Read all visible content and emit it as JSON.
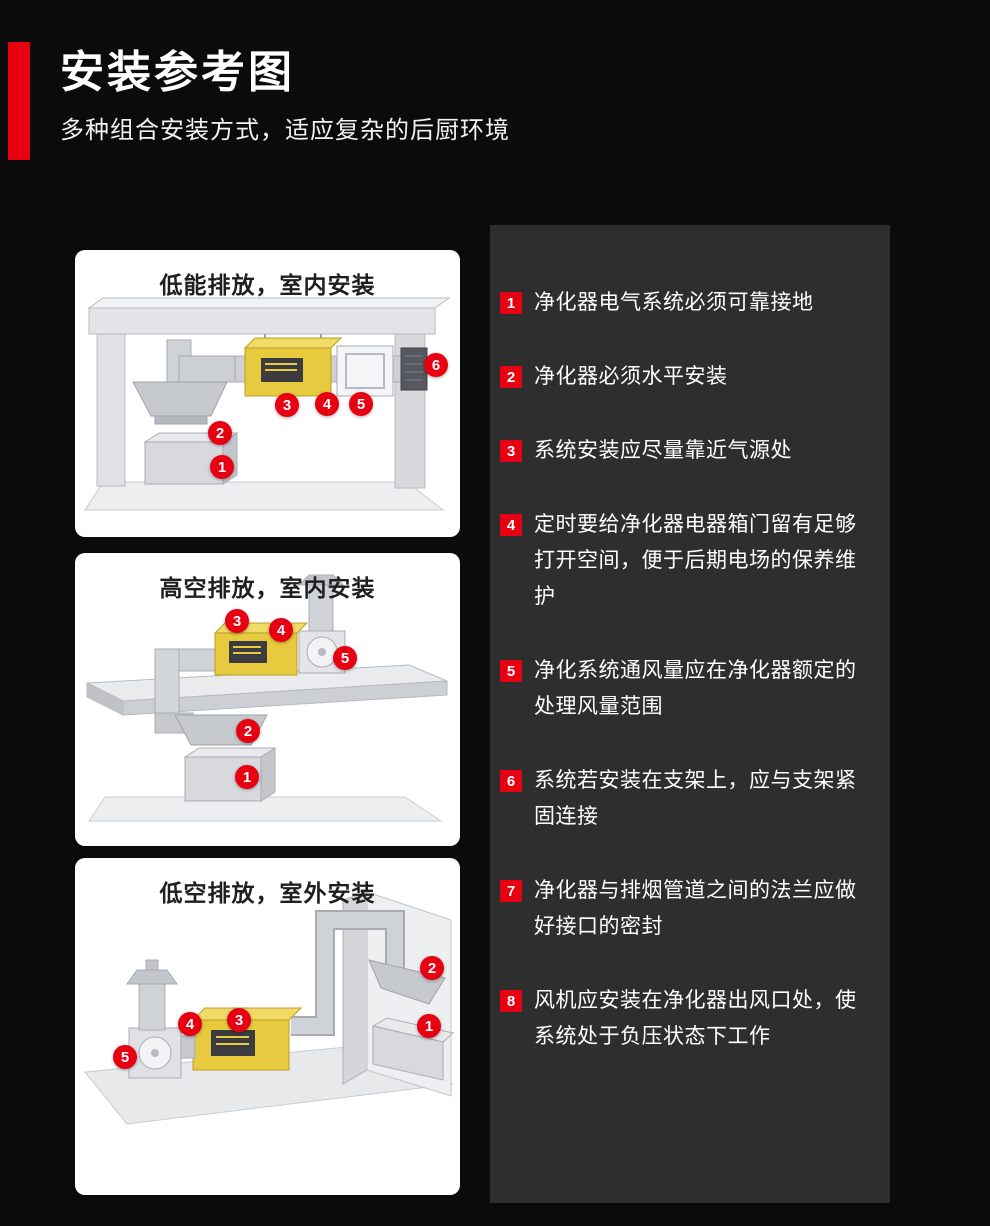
{
  "header": {
    "title": "安装参考图",
    "subtitle": "多种组合安装方式，适应复杂的后厨环境"
  },
  "cards": [
    {
      "title": "低能排放，室内安装",
      "markers": [
        "1",
        "2",
        "3",
        "4",
        "5",
        "6"
      ]
    },
    {
      "title": "高空排放，室内安装",
      "markers": [
        "1",
        "2",
        "3",
        "4",
        "5"
      ]
    },
    {
      "title": "低空排放，室外安装",
      "markers": [
        "1",
        "2",
        "3",
        "4",
        "5"
      ]
    }
  ],
  "notes": [
    {
      "num": "1",
      "text": "净化器电气系统必须可靠接地"
    },
    {
      "num": "2",
      "text": "净化器必须水平安装"
    },
    {
      "num": "3",
      "text": "系统安装应尽量靠近气源处"
    },
    {
      "num": "4",
      "text": "定时要给净化器电器箱门留有足够打开空间，便于后期电场的保养维护"
    },
    {
      "num": "5",
      "text": "净化系统通风量应在净化器额定的处理风量范围"
    },
    {
      "num": "6",
      "text": "系统若安装在支架上，应与支架紧固连接"
    },
    {
      "num": "7",
      "text": "净化器与排烟管道之间的法兰应做好接口的密封"
    },
    {
      "num": "8",
      "text": "风机应安装在净化器出风口处，使系统处于负压状态下工作"
    }
  ],
  "colors": {
    "accent": "#e60012",
    "page_bg": "#0b0b0b",
    "panel_bg": "#2e2e2e",
    "card_bg": "#ffffff"
  }
}
